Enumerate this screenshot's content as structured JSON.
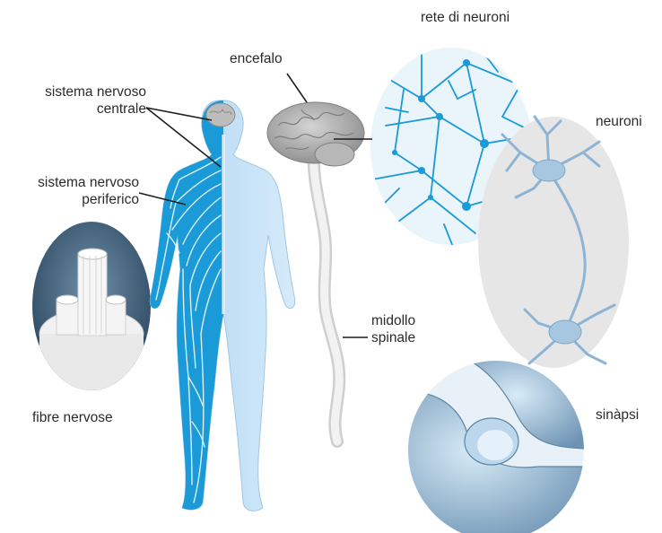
{
  "labels": {
    "cns_line1": "sistema nervoso",
    "cns_line2": "centrale",
    "pns_line1": "sistema nervoso",
    "pns_line2": "periferico",
    "brain": "encefalo",
    "network": "rete di neuroni",
    "neurons": "neuroni",
    "cord_line1": "midollo",
    "cord_line2": "spinale",
    "fibers": "fibre nervose",
    "synapse": "sinàpsi"
  },
  "colors": {
    "nerve_blue": "#1a9ad6",
    "body_blue": "#bcdcf3",
    "neuron_blue": "#8db4d4",
    "panel_gray": "#e6e6e6",
    "brain_gray": "#a9a9a9"
  }
}
